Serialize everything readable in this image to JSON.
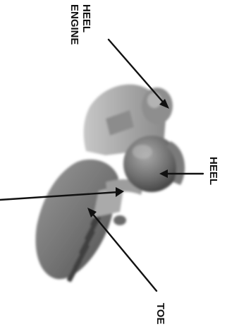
{
  "labels": {
    "heel_engine_line1": "HEEL",
    "heel_engine_line2": "ENGINE",
    "heel": "HEEL",
    "toe": "TOE"
  },
  "colors": {
    "ink": "#111111",
    "part_light": "#b8b8b8",
    "part_mid": "#8f8f8f",
    "part_dark": "#5e5e5e",
    "background": "#ffffff"
  }
}
